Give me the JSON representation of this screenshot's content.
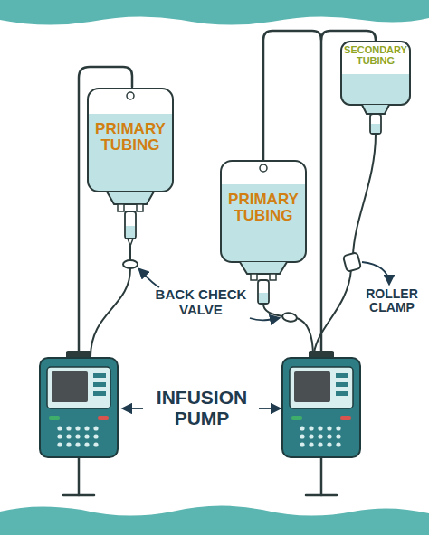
{
  "diagram": {
    "nodes": [
      {
        "text": [
          "PRIMARY TUBING"
        ]
      },
      {
        "text": [
          "PRIMARY TUBING"
        ]
      },
      {
        "text": [
          "SECONDARY TUBING"
        ]
      }
    ],
    "labels": [
      "BACK CHECK VALVE",
      "ROLLER CLAMP",
      "INFUSION PUMP"
    ]
  }
}
